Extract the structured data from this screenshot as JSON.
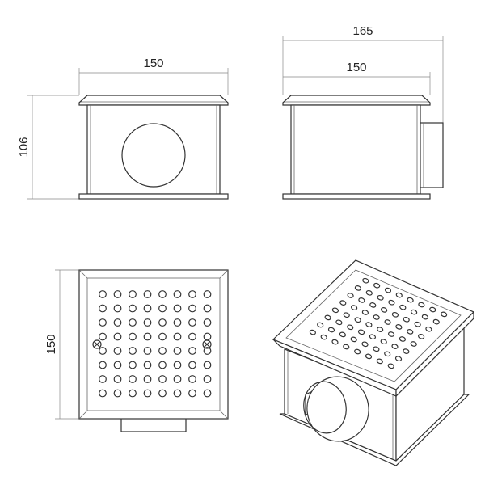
{
  "dimensions": {
    "front_width": "150",
    "front_height": "106",
    "side_total_width": "165",
    "side_width": "150",
    "top_height": "150"
  },
  "grate": {
    "rows": 8,
    "cols": 8
  }
}
